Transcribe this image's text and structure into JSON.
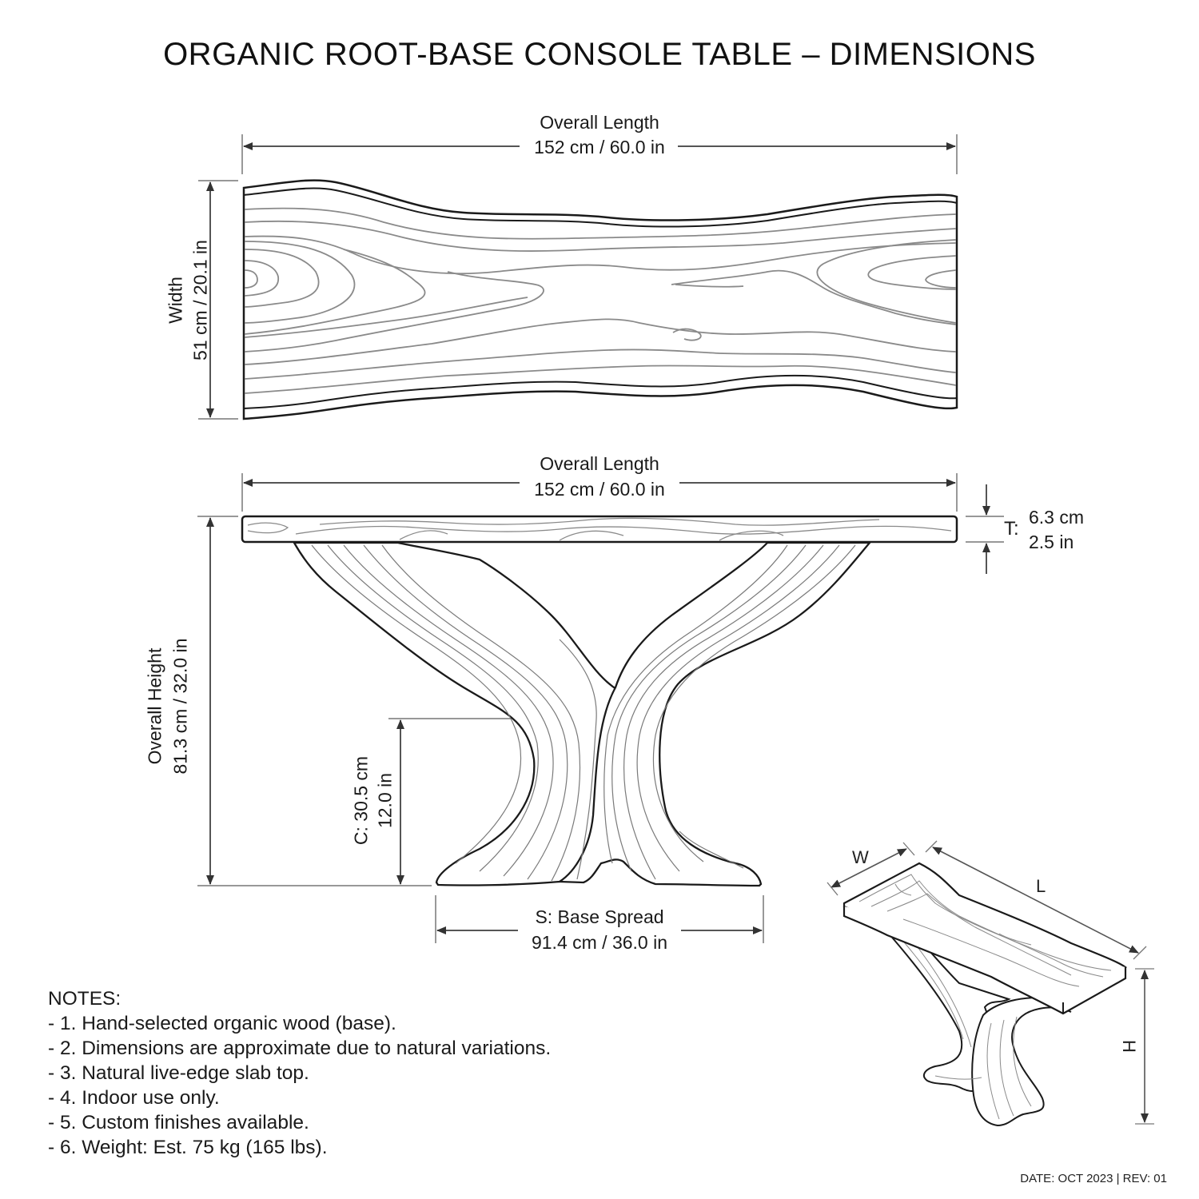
{
  "title": "ORGANIC ROOT-BASE CONSOLE TABLE – DIMENSIONS",
  "top_view": {
    "length_label": "Overall Length",
    "length_value": "152 cm / 60.0 in",
    "width_label": "Width",
    "width_value": "51 cm / 20.1 in"
  },
  "front_view": {
    "length_label": "Overall Length",
    "length_value": "152 cm / 60.0 in",
    "thickness_prefix": "T:",
    "thickness_cm": "6.3 cm",
    "thickness_in": "2.5 in",
    "height_label": "Overall Height",
    "height_value": "81.3 cm / 32.0 in",
    "clearance_cm": "C: 30.5 cm",
    "clearance_in": "12.0 in",
    "base_label": "S: Base Spread",
    "base_value": "91.4 cm / 36.0 in"
  },
  "iso_view": {
    "w_label": "W",
    "l_label": "L",
    "h_label": "H"
  },
  "notes": {
    "heading": "NOTES:",
    "items": [
      "- 1. Hand-selected organic wood (base).",
      "- 2. Dimensions are approximate due to natural variations.",
      "- 3. Natural live-edge slab top.",
      "- 4. Indoor use only.",
      "- 5. Custom finishes available.",
      "- 6. Weight: Est. 75 kg (165 lbs)."
    ]
  },
  "footer": "DATE: OCT 2023 | REV: 01",
  "colors": {
    "ink": "#1a1a1a",
    "dim_line": "#555555",
    "grain": "#8a8a8a"
  }
}
